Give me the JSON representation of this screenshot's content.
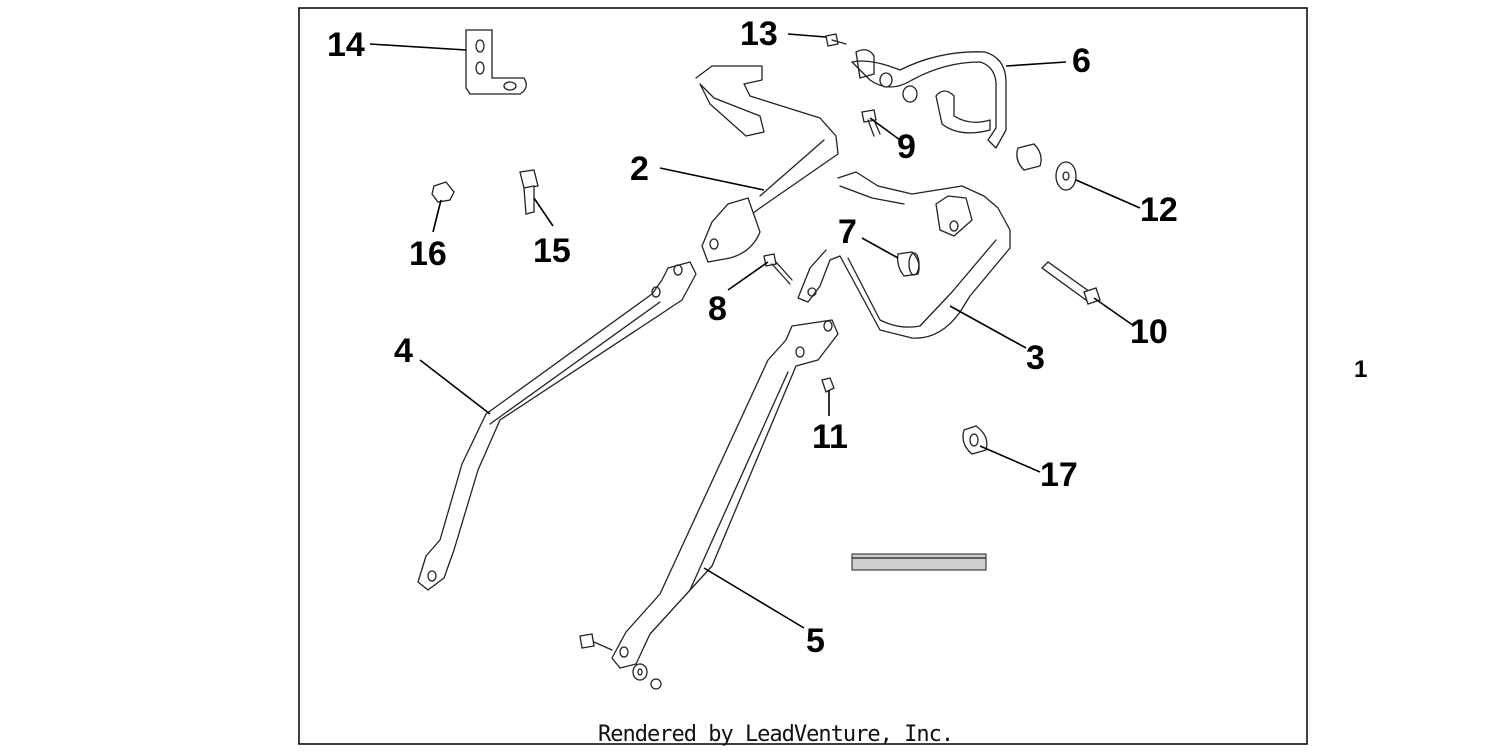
{
  "diagram": {
    "callouts": [
      {
        "id": "14",
        "label": "14"
      },
      {
        "id": "13",
        "label": "13"
      },
      {
        "id": "6",
        "label": "6"
      },
      {
        "id": "9",
        "label": "9"
      },
      {
        "id": "2",
        "label": "2"
      },
      {
        "id": "12",
        "label": "12"
      },
      {
        "id": "16",
        "label": "16"
      },
      {
        "id": "15",
        "label": "15"
      },
      {
        "id": "7",
        "label": "7"
      },
      {
        "id": "8",
        "label": "8"
      },
      {
        "id": "10",
        "label": "10"
      },
      {
        "id": "4",
        "label": "4"
      },
      {
        "id": "3",
        "label": "3"
      },
      {
        "id": "11",
        "label": "11"
      },
      {
        "id": "17",
        "label": "17"
      },
      {
        "id": "5",
        "label": "5"
      }
    ],
    "page_number": "1",
    "credit": "Rendered by LeadVenture, Inc."
  }
}
